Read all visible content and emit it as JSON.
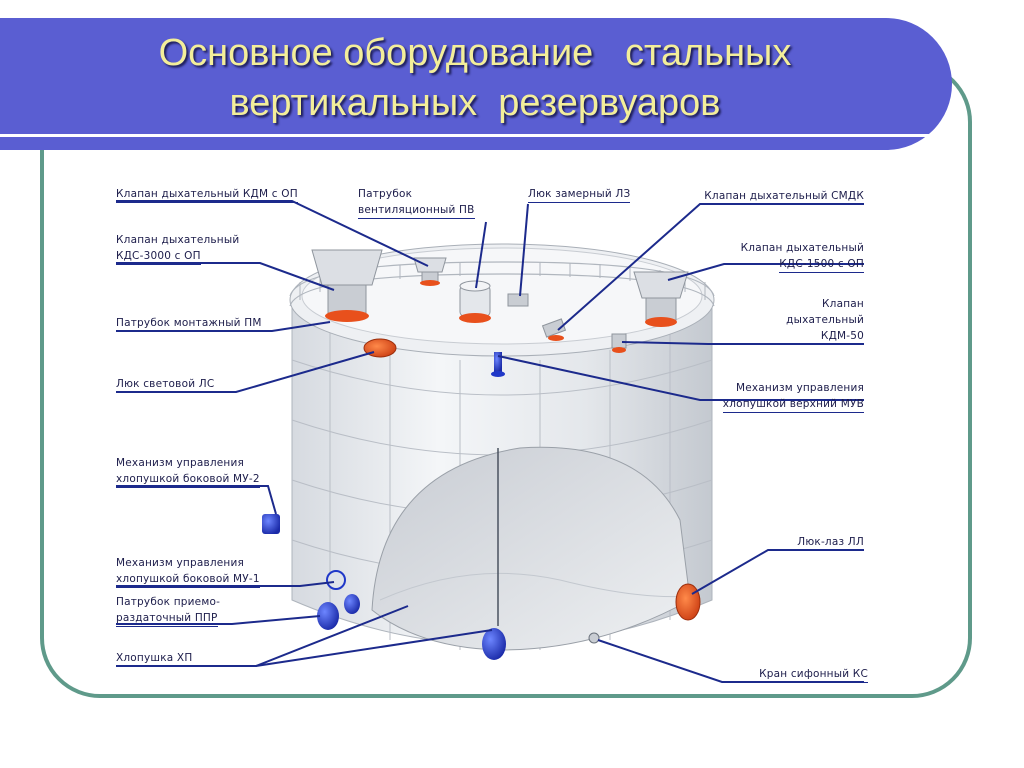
{
  "slide": {
    "title": "Основное оборудование   стальных\nвертикальных  резервуаров"
  },
  "labels": {
    "kdm_op": "Клапан дыхательный КДМ с ОП",
    "kds3000_l1": "Клапан дыхательный",
    "kds3000_l2": "КДС-3000 с ОП",
    "pm": "Патрубок монтажный ПМ",
    "ls": "Люк световой ЛС",
    "mu2_l1": "Механизм управления",
    "mu2_l2": "хлопушкой боковой МУ-2",
    "mu1_l1": "Механизм управления",
    "mu1_l2": "хлопушкой боковой МУ-1",
    "ppr_l1": "Патрубок приемо-",
    "ppr_l2": "раздаточный ППР",
    "hp": "Хлопушка ХП",
    "pv_l1": "Патрубок",
    "pv_l2": "вентиляционный ПВ",
    "lz": "Люк замерный ЛЗ",
    "smdk": "Клапан дыхательный СМДК",
    "kds1500_l1": "Клапан дыхательный",
    "kds1500_l2": "КДС-1500 с ОП",
    "kdm50_l1": "Клапан",
    "kdm50_l2": "дыхательный",
    "kdm50_l3": "КДМ-50",
    "muv_l1": "Механизм управления",
    "muv_l2": "хлопушкой верхний МУВ",
    "ll": "Люк-лаз ЛЛ",
    "ks": "Кран сифонный КС"
  },
  "colors": {
    "title_band": "#5a5ed2",
    "title_text": "#f3ee9a",
    "frame": "#5f9a8a",
    "leader": "#1c2a8c",
    "valve_blue": "#2038c8",
    "hatch_orange": "#e8501c"
  }
}
